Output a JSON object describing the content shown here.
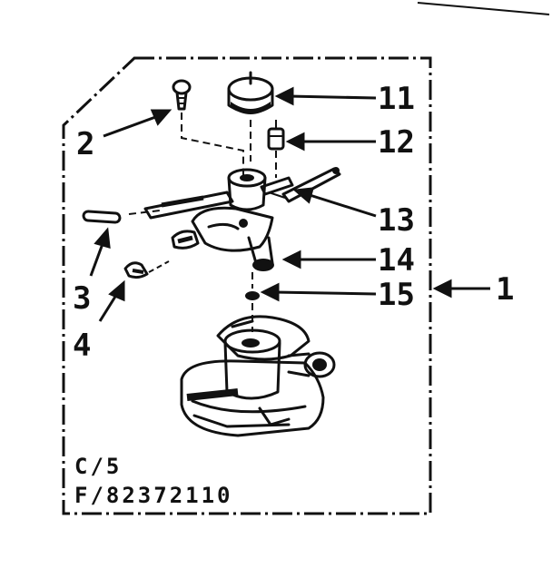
{
  "diagram": {
    "callouts": [
      {
        "id": "c11",
        "label": "11"
      },
      {
        "id": "c12",
        "label": "12"
      },
      {
        "id": "c2",
        "label": "2"
      },
      {
        "id": "c13",
        "label": "13"
      },
      {
        "id": "c14",
        "label": "14"
      },
      {
        "id": "c1",
        "label": "1"
      },
      {
        "id": "c15",
        "label": "15"
      },
      {
        "id": "c3",
        "label": "3"
      },
      {
        "id": "c4",
        "label": "4"
      }
    ],
    "codes": {
      "line1": "C/5",
      "line2": "F/82372110"
    }
  }
}
